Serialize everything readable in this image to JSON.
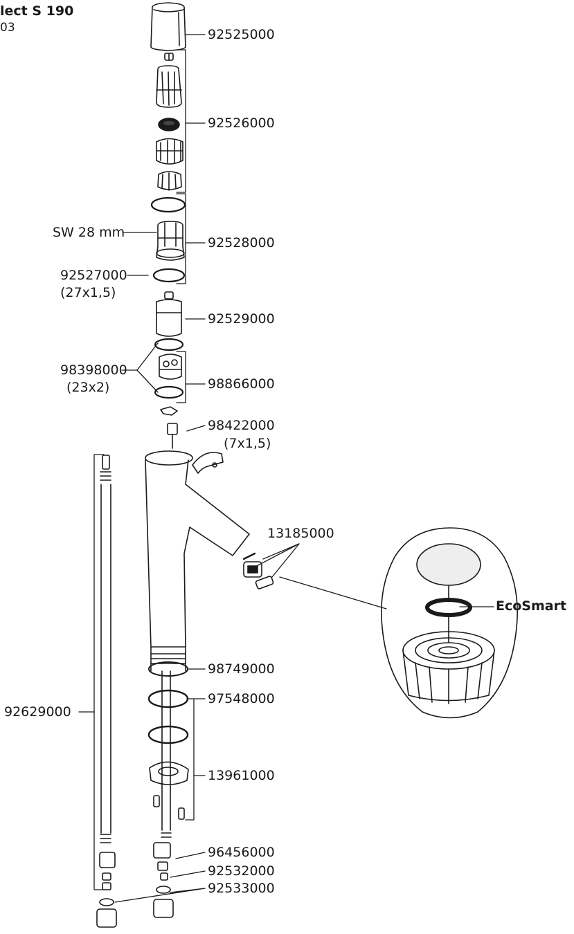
{
  "header": {
    "title": "lect S 190",
    "subtitle": "03"
  },
  "parts": {
    "p92525000": "92525000",
    "p92526000": "92526000",
    "sw": "SW 28 mm",
    "p92528000": "92528000",
    "p92527000": "92527000",
    "p92527000_dim": "(27x1,5)",
    "p92529000": "92529000",
    "p98398000": "98398000",
    "p98398000_dim": "(23x2)",
    "p98866000": "98866000",
    "p98422000": "98422000",
    "p98422000_dim": "(7x1,5)",
    "p13185000": "13185000",
    "eco": "EcoSmart",
    "p92629000": "92629000",
    "p98749000": "98749000",
    "p97548000": "97548000",
    "p13961000": "13961000",
    "p96456000": "96456000",
    "p92532000": "92532000",
    "p92533000": "92533000"
  }
}
